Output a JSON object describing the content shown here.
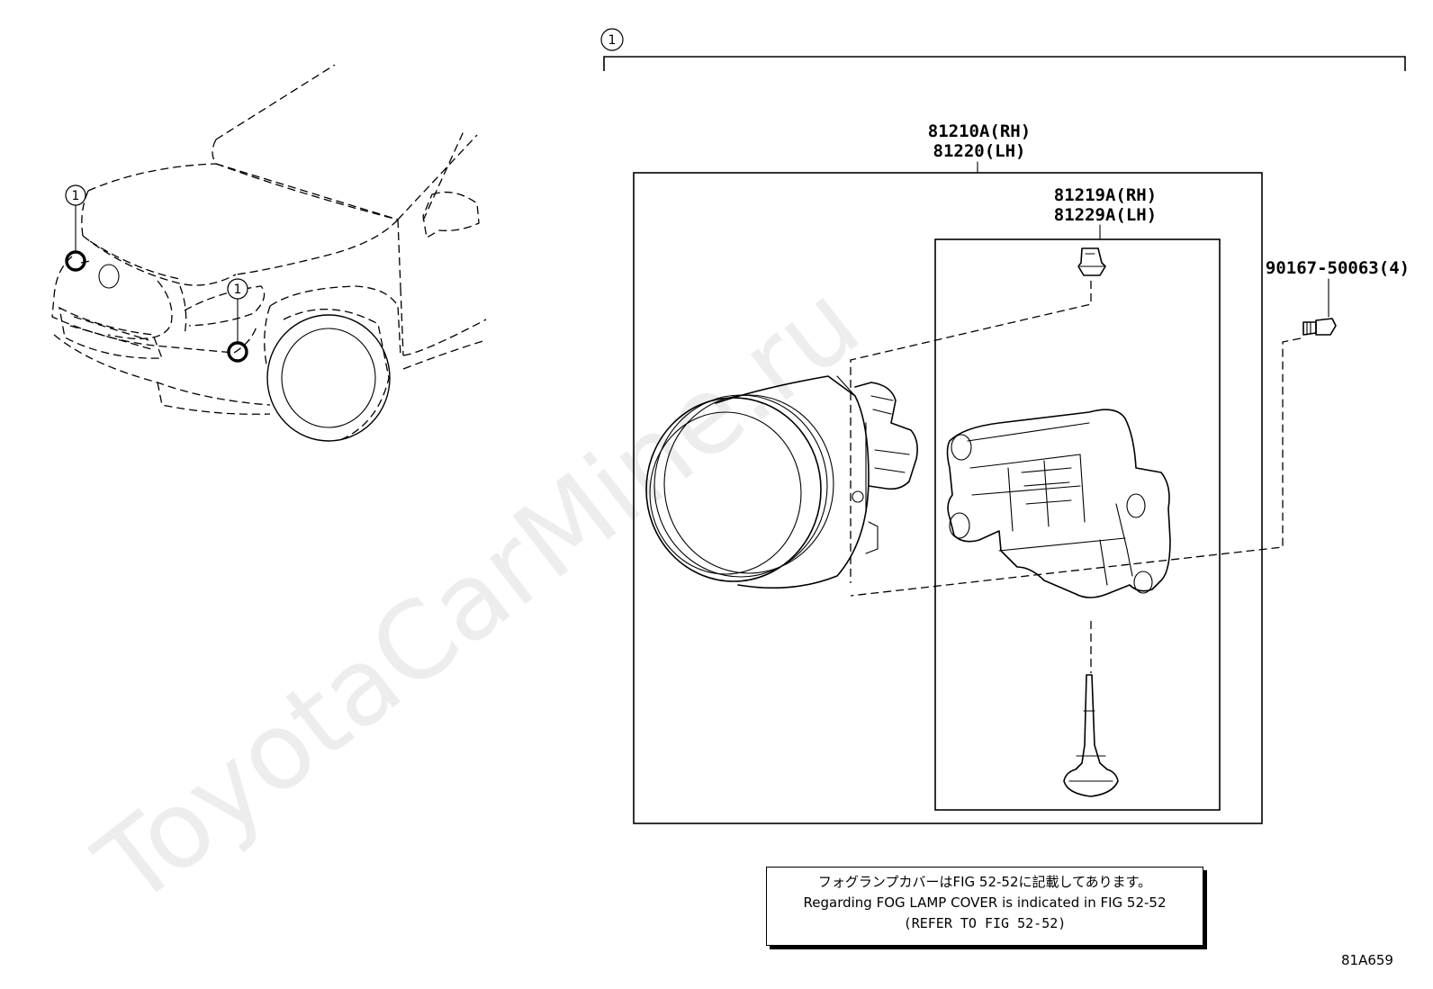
{
  "watermark": "ToyotaCarMine.ru",
  "group_callout": "1",
  "car_callouts": [
    "1",
    "1"
  ],
  "parts": {
    "fog_lamp_assy": {
      "rh": "81210A(RH)",
      "lh": "81220(LH)"
    },
    "bracket": {
      "rh": "81219A(RH)",
      "lh": "81229A(LH)"
    },
    "screw": "90167-50063(4)"
  },
  "note": {
    "japanese": "フォグランプカバーはFIG 52-52に記載してあります。",
    "english": "Regarding FOG LAMP COVER is indicated in FIG 52-52",
    "refer": "(REFER TO FIG 52-52)"
  },
  "figure_id": "81A659"
}
